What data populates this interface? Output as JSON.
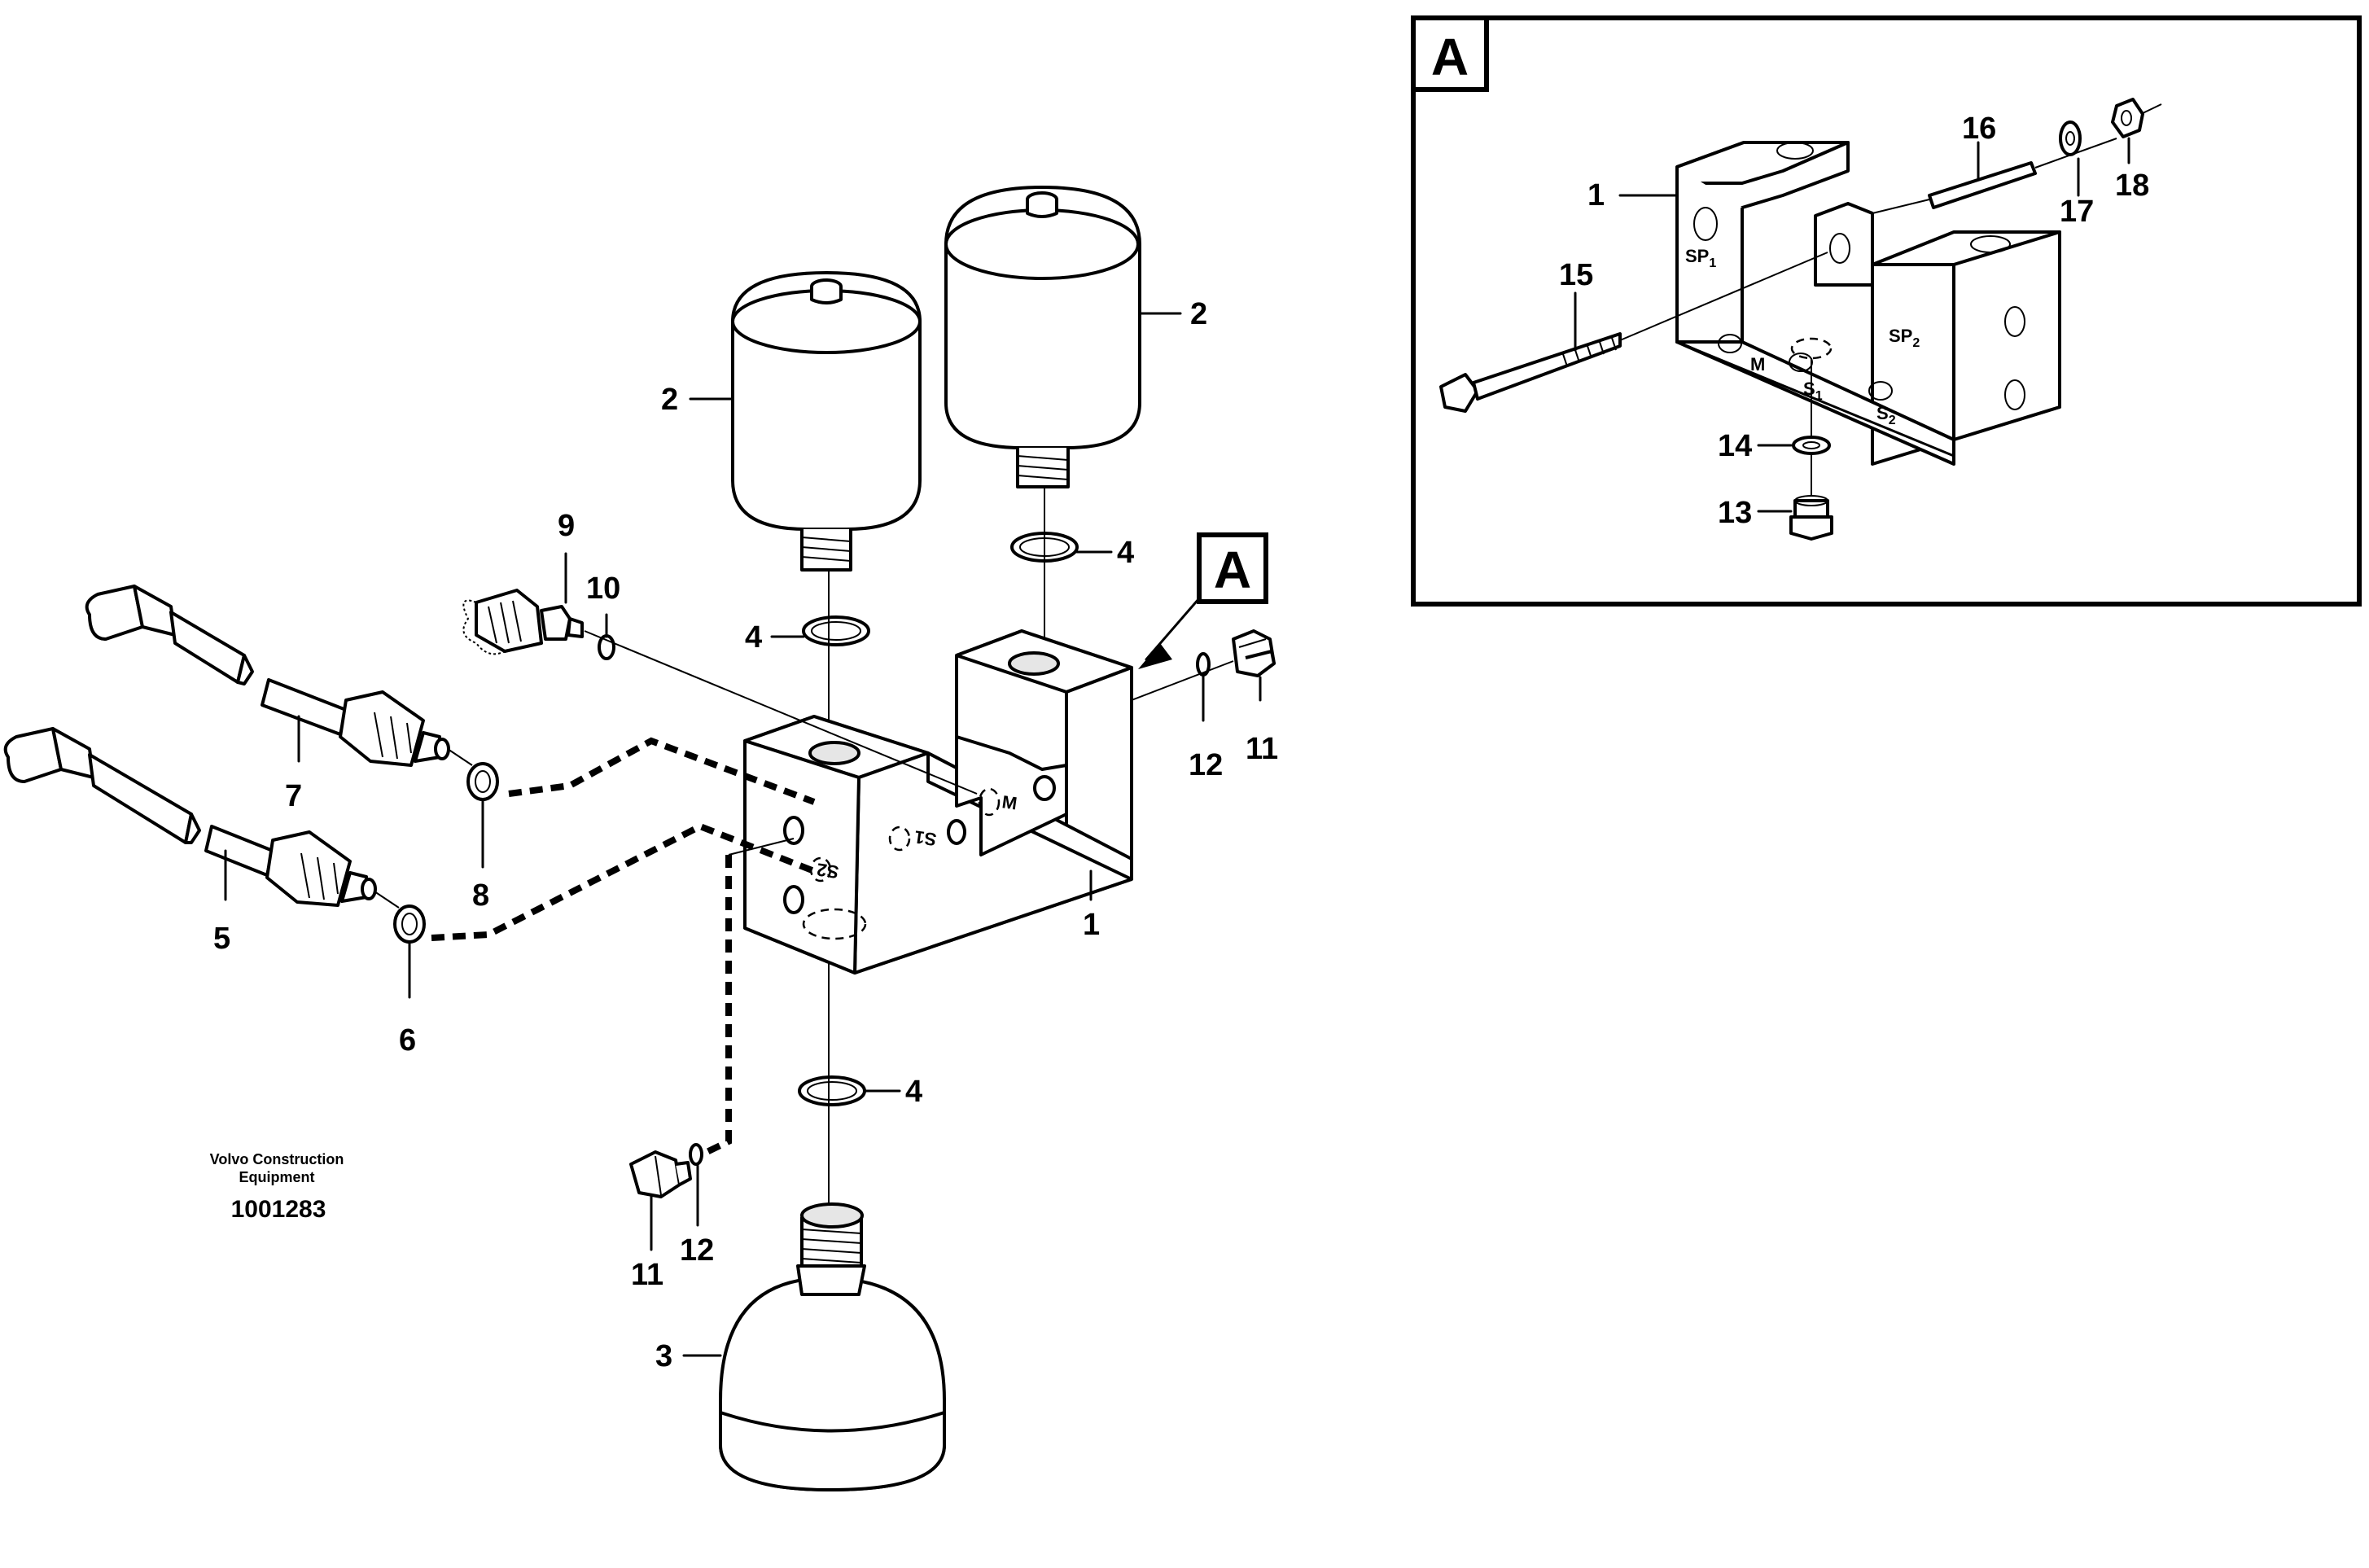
{
  "labels": {
    "n1a": "1",
    "n2a": "2",
    "n2b": "2",
    "n3": "3",
    "n4a": "4",
    "n4b": "4",
    "n4c": "4",
    "n5": "5",
    "n6": "6",
    "n7": "7",
    "n8": "8",
    "n9": "9",
    "n10": "10",
    "n11a": "11",
    "n11b": "11",
    "n12a": "12",
    "n12b": "12",
    "n1b": "1",
    "n13": "13",
    "n14": "14",
    "n15": "15",
    "n16": "16",
    "n17": "17",
    "n18": "18"
  },
  "callout": {
    "main": "A",
    "inset": "A"
  },
  "ports": {
    "m_main": "M",
    "s1_main": "S1",
    "s2_main": "S2",
    "sp1": "SP",
    "sp1_sub": "1",
    "sp2": "SP",
    "sp2_sub": "2",
    "m_inset": "M",
    "s1": "S",
    "s1_sub": "1",
    "s2": "S",
    "s2_sub": "2"
  },
  "footer": {
    "brand_line1": "Volvo Construction",
    "brand_line2": "Equipment",
    "doc_number": "1001283"
  }
}
